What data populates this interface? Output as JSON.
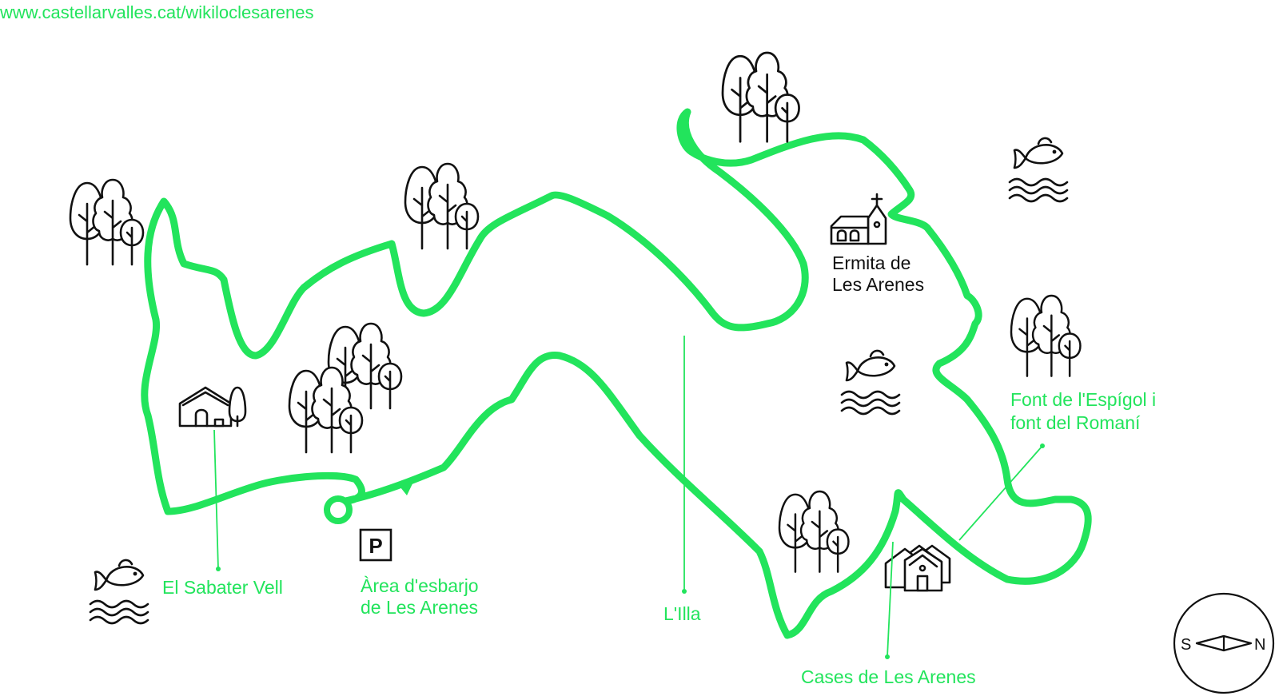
{
  "header": {
    "url": "www.castellarvalles.cat/wikiloclesarenes"
  },
  "colors": {
    "route": "#22e45c",
    "labels": "#22e45c",
    "icons": "#111111",
    "background": "#ffffff"
  },
  "route": {
    "shape": "loop",
    "start_marker": "circle",
    "direction_marker": "arrow"
  },
  "places": {
    "sabater": {
      "label": "El Sabater Vell",
      "icon": "farmhouse-icon"
    },
    "area": {
      "line1": "Àrea d'esbarjo",
      "line2": "de Les Arenes",
      "icon": "parking-icon",
      "parking_letter": "P"
    },
    "illa": {
      "label": "L'Illa"
    },
    "ermita": {
      "line1": "Ermita de",
      "line2": "Les Arenes",
      "icon": "church-icon"
    },
    "font": {
      "line1": "Font de l'Espígol i",
      "line2": "font del Romaní"
    },
    "cases": {
      "label": "Cases de Les Arenes",
      "icon": "houses-icon"
    }
  },
  "compass": {
    "left": "S",
    "right": "N"
  }
}
